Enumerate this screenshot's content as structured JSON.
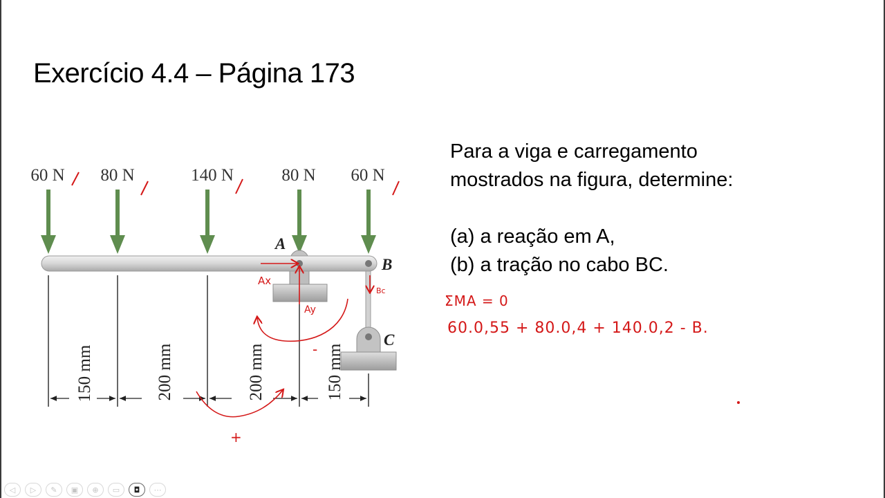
{
  "slide": {
    "title": "Exercício 4.4 – Página 173",
    "problem_lines": [
      "Para a viga e carregamento",
      "mostrados na figura, determine:",
      "(a) a reação em A,",
      "(b) a tração no cabo BC."
    ]
  },
  "figure": {
    "loads": [
      "60 N",
      "80 N",
      "140 N",
      "80 N",
      "60 N"
    ],
    "point_labels": {
      "A": "A",
      "B": "B",
      "C": "C"
    },
    "dimensions": [
      "150 mm",
      "200 mm",
      "200 mm",
      "150 mm"
    ]
  },
  "annotations": {
    "ax": "Ax",
    "ay": "Ay",
    "bc": "Bc",
    "minus": "-",
    "plus": "+",
    "moment_eq": "ΣMA = 0",
    "work_eq": "60.0,55 + 80.0,4 + 140.0,2 - B."
  },
  "toolbar": {
    "buttons": [
      {
        "icon": "previous-icon",
        "glyph": "◁"
      },
      {
        "icon": "next-icon",
        "glyph": "▷"
      },
      {
        "icon": "pen-icon",
        "glyph": "✎"
      },
      {
        "icon": "slides-icon",
        "glyph": "▣"
      },
      {
        "icon": "zoom-icon",
        "glyph": "⊕"
      },
      {
        "icon": "subtitles-icon",
        "glyph": "▭"
      },
      {
        "icon": "camera-icon",
        "glyph": "◘"
      },
      {
        "icon": "more-icon",
        "glyph": "⋯"
      }
    ]
  },
  "colors": {
    "arrow_green": "#5f8d4f",
    "ink_red": "#d41818"
  }
}
